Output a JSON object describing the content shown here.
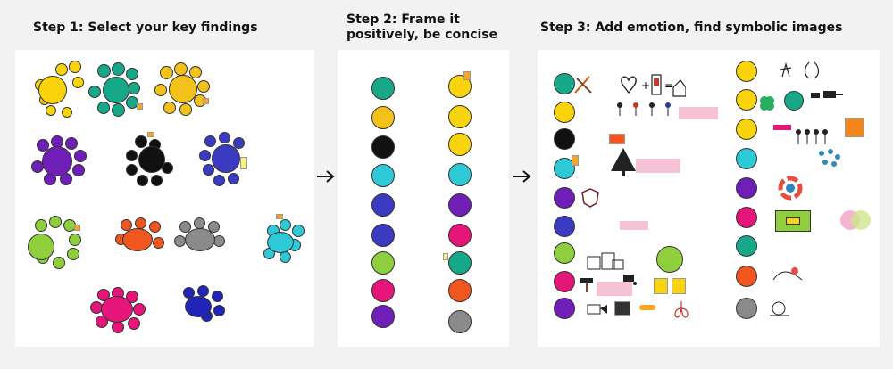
{
  "steps": [
    {
      "title": "Step 1: Select your key findings"
    },
    {
      "title": "Step 2: Frame it",
      "title_line2": "positively, be concise"
    },
    {
      "title": "Step 3: Add emotion, find symbolic images"
    }
  ],
  "colors": {
    "yellow": "#f9d40c",
    "teal": "#17a88a",
    "gold": "#f2c21b",
    "purple": "#6f1fb8",
    "black": "#111111",
    "indigo": "#3a3bc0",
    "green": "#8fce3c",
    "orange": "#f0561d",
    "gray": "#8a8a8a",
    "cyan": "#2ec9d6",
    "magenta": "#e5157a",
    "blue": "#1f25b8",
    "board": "#ffffff",
    "background": "#f2f2f2"
  },
  "arrows": [
    "arrow-right",
    "arrow-right"
  ]
}
